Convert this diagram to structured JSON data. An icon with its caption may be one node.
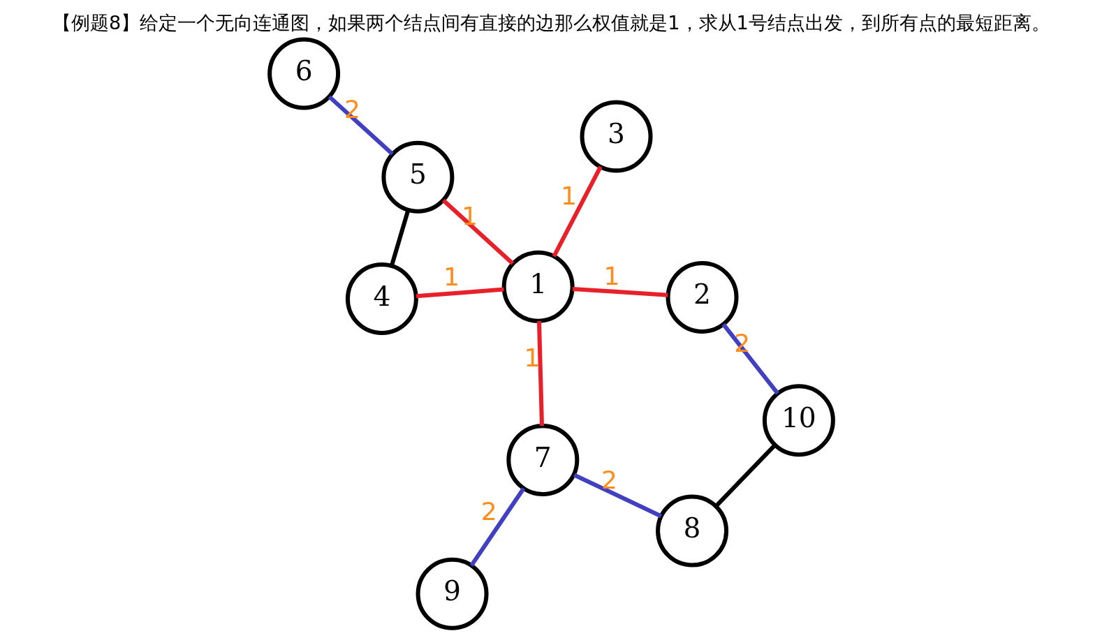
{
  "diagram": {
    "title": "【例题8】给定一个无向连通图，如果两个结点间有直接的边那么权值就是1，求从1号结点出发，到所有点的最短距离。",
    "nodes": [
      {
        "text": [
          "9"
        ]
      },
      {
        "text": [
          "7"
        ]
      },
      {
        "text": [
          "8"
        ]
      },
      {
        "text": [
          "5"
        ]
      },
      {
        "text": [
          "2"
        ]
      },
      {
        "text": [
          "1"
        ]
      },
      {
        "text": [
          "6"
        ]
      },
      {
        "text": [
          "10"
        ]
      },
      {
        "text": [
          "4"
        ]
      },
      {
        "text": [
          "3"
        ]
      }
    ],
    "edges": [
      {
        "from": 1,
        "to": 0,
        "arrow": "none",
        "label": "2",
        "color": "#4040c0"
      },
      {
        "from": 2,
        "to": 1,
        "arrow": "none",
        "label": "2",
        "color": "#4040c0"
      },
      {
        "from": 1,
        "to": 5,
        "arrow": "none",
        "label": "1",
        "color": "#e8202a"
      },
      {
        "from": 2,
        "to": 7,
        "arrow": "none",
        "color": "#000000"
      },
      {
        "from": 4,
        "to": 5,
        "arrow": "none",
        "label": "1",
        "color": "#e8202a"
      },
      {
        "from": 4,
        "to": 7,
        "arrow": "none",
        "label": "2",
        "color": "#4040c0"
      },
      {
        "from": 3,
        "to": 5,
        "arrow": "none",
        "label": "1",
        "color": "#e8202a"
      },
      {
        "from": 3,
        "to": 6,
        "arrow": "none",
        "label": "2",
        "color": "#4040c0"
      },
      {
        "from": 3,
        "to": 8,
        "arrow": "none",
        "color": "#000000"
      },
      {
        "from": 5,
        "to": 8,
        "arrow": "none",
        "label": "1",
        "color": "#e8202a"
      },
      {
        "from": 5,
        "to": 9,
        "arrow": "none",
        "label": "1",
        "color": "#e8202a"
      }
    ]
  }
}
